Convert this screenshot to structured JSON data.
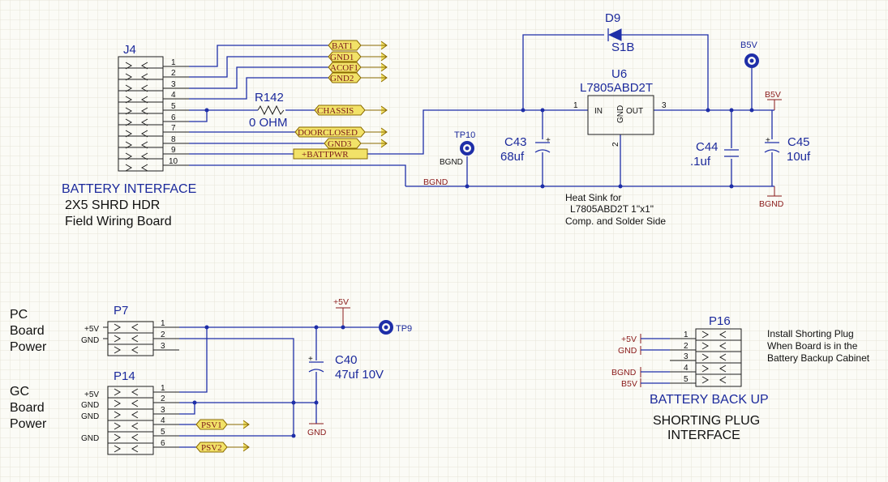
{
  "connectors": {
    "j4": {
      "designator": "J4",
      "pins": [
        "1",
        "2",
        "3",
        "4",
        "5",
        "6",
        "7",
        "8",
        "9",
        "10"
      ],
      "title": "BATTERY INTERFACE",
      "desc1": "2X5 SHRD  HDR",
      "desc2": "Field Wiring Board"
    },
    "p7": {
      "designator": "P7",
      "pins": [
        "1",
        "2",
        "3"
      ],
      "net_labels": [
        "+5V",
        "GND"
      ]
    },
    "p14": {
      "designator": "P14",
      "pins": [
        "1",
        "2",
        "3",
        "4",
        "5",
        "6"
      ],
      "net_labels": [
        "+5V",
        "GND",
        "GND",
        "GND"
      ]
    },
    "p16": {
      "designator": "P16",
      "pins": [
        "1",
        "2",
        "3",
        "4",
        "5"
      ],
      "nets": [
        "+5V",
        "GND",
        "BGND",
        "B5V"
      ]
    }
  },
  "net_flags": [
    "BAT1",
    "GND1",
    "ACOF1",
    "GND2",
    "CHASSIS",
    "DOORCLOSED",
    "GND3",
    "+BATTPWR",
    "PSV1",
    "PSV2"
  ],
  "components": {
    "r142": {
      "designator": "R142",
      "value": "0 OHM"
    },
    "d9": {
      "designator": "D9",
      "value": "S1B"
    },
    "u6": {
      "designator": "U6",
      "value": "L7805ABD2T",
      "pin_in": "IN",
      "pin_out": "OUT",
      "pin_gnd": "GND",
      "pin1": "1",
      "pin2": "2",
      "pin3": "3"
    },
    "c43": {
      "designator": "C43",
      "value": "68uf"
    },
    "c44": {
      "designator": "C44",
      "value": ".1uf"
    },
    "c45": {
      "designator": "C45",
      "value": "10uf"
    },
    "c40": {
      "designator": "C40",
      "value": "47uf 10V"
    },
    "tp10": {
      "designator": "TP10",
      "net": "BGND"
    },
    "tp9": {
      "designator": "TP9"
    },
    "b5v_tp": {
      "label": "B5V"
    }
  },
  "power_ports": {
    "b5v": "B5V",
    "bgnd": "BGND",
    "plus5v": "+5V",
    "gnd": "GND"
  },
  "net_labels": {
    "bgnd_wire": "BGND"
  },
  "notes": {
    "heatsink": [
      "Heat Sink for",
      "L7805ABD2T  1\"x1\"",
      "Comp. and Solder Side"
    ],
    "pc_board_power": [
      "PC",
      "Board",
      "Power"
    ],
    "gc_board_power": [
      "GC",
      "Board",
      "Power"
    ],
    "shorting_plug": [
      "Install Shorting Plug",
      "When Board is in the",
      "Battery Backup Cabinet"
    ],
    "battery_backup": "BATTERY BACK UP",
    "shorting_iface": [
      "SHORTING PLUG",
      "INTERFACE"
    ]
  }
}
